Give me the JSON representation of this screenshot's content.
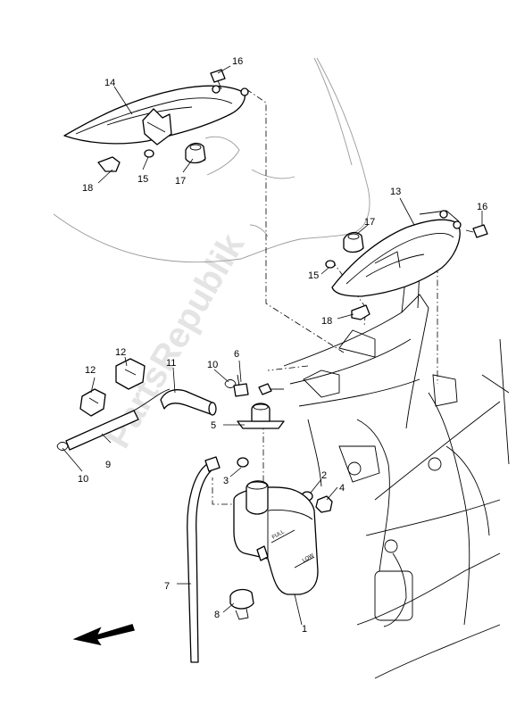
{
  "watermark": "PartsRepublik",
  "tank_text_full": "FULL",
  "tank_text_low": "LOW",
  "callouts": {
    "c1": "1",
    "c2": "2",
    "c4": "4",
    "c5": "5",
    "c6": "6",
    "c7": "7",
    "c8": "8",
    "c3": "3",
    "c9": "9",
    "c10a": "10",
    "c10b": "10",
    "c11": "11",
    "c12a": "12",
    "c12b": "12",
    "c13": "13",
    "c14": "14",
    "c15a": "15",
    "c15b": "15",
    "c16a": "16",
    "c16b": "16",
    "c17a": "17",
    "c17b": "17",
    "c18a": "18",
    "c18b": "18"
  },
  "direction_arrow": "front-arrow-icon"
}
